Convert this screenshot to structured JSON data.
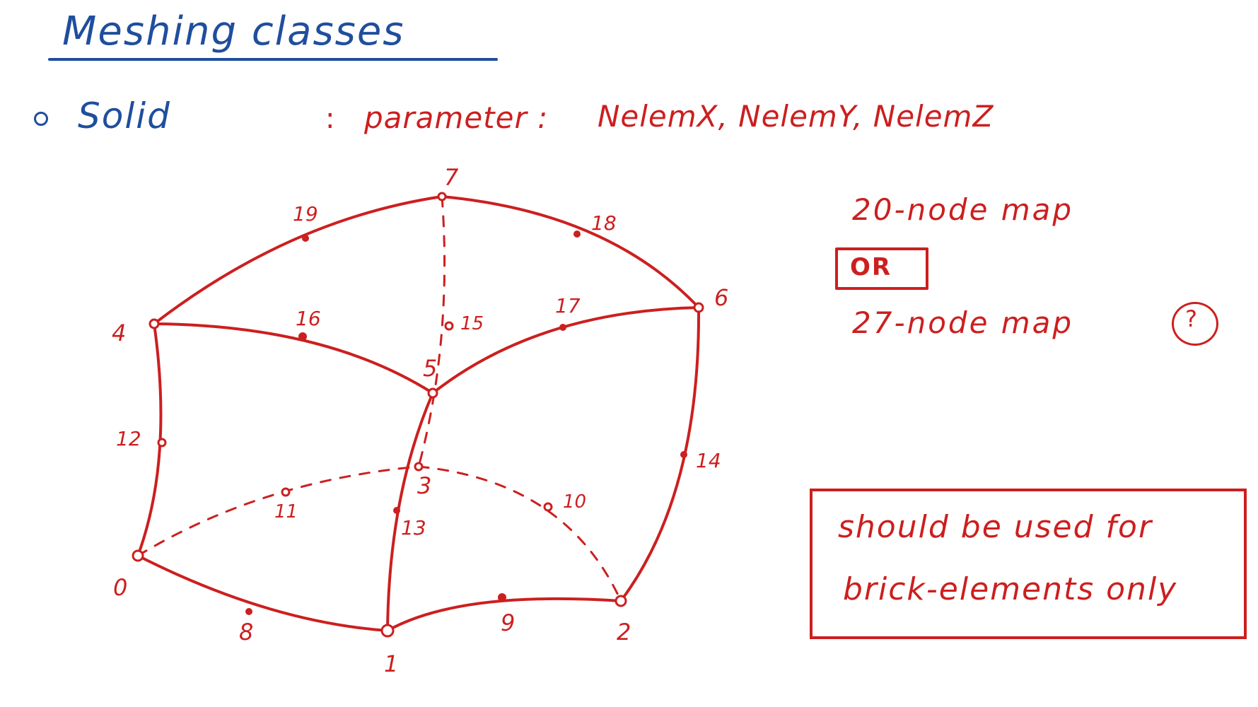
{
  "title": "Meshing classes",
  "bullet_label": "Solid",
  "colon": ":",
  "parameter_label": "parameter :",
  "parameters": "NelemX, NelemY, NelemZ",
  "map_20": "20-node map",
  "or_label": "OR",
  "map_27": "27-node map",
  "question_mark": "?",
  "note_line_1": "should be used for",
  "note_line_2": "brick-elements only",
  "colors": {
    "blue_ink": "#1f4e9e",
    "red_ink": "#cc1f1f"
  },
  "nodes": [
    {
      "label": "0"
    },
    {
      "label": "1"
    },
    {
      "label": "2"
    },
    {
      "label": "3"
    },
    {
      "label": "4"
    },
    {
      "label": "5"
    },
    {
      "label": "6"
    },
    {
      "label": "7"
    },
    {
      "label": "8"
    },
    {
      "label": "9"
    },
    {
      "label": "10"
    },
    {
      "label": "11"
    },
    {
      "label": "12"
    },
    {
      "label": "13"
    },
    {
      "label": "14"
    },
    {
      "label": "15"
    },
    {
      "label": "16"
    },
    {
      "label": "17"
    },
    {
      "label": "18"
    },
    {
      "label": "19"
    }
  ]
}
